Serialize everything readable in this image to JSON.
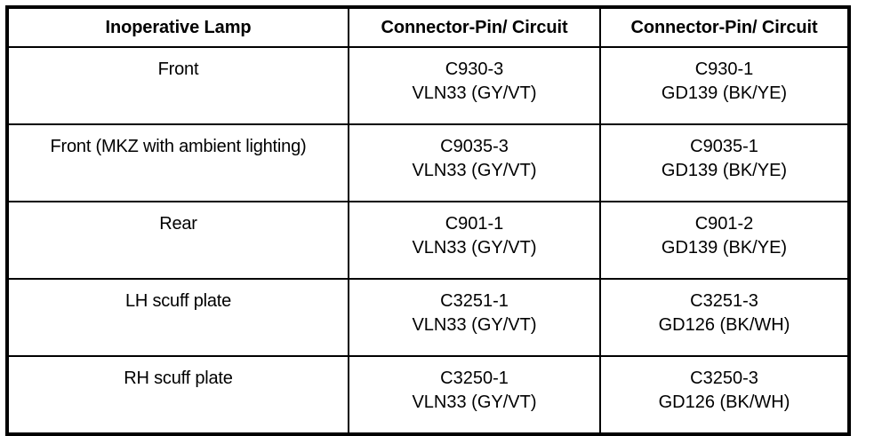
{
  "table": {
    "columns": [
      {
        "key": "lamp",
        "header": "Inoperative Lamp"
      },
      {
        "key": "feed",
        "header": "Connector-Pin/ Circuit"
      },
      {
        "key": "ground",
        "header": "Connector-Pin/ Circuit"
      }
    ],
    "rows": [
      {
        "lamp": "Front",
        "feed_connector": "C930-3",
        "feed_circuit": "VLN33 (GY/VT)",
        "ground_connector": "C930-1",
        "ground_circuit": "GD139 (BK/YE)"
      },
      {
        "lamp": "Front (MKZ with ambient lighting)",
        "feed_connector": "C9035-3",
        "feed_circuit": "VLN33 (GY/VT)",
        "ground_connector": "C9035-1",
        "ground_circuit": "GD139 (BK/YE)"
      },
      {
        "lamp": "Rear",
        "feed_connector": "C901-1",
        "feed_circuit": "VLN33 (GY/VT)",
        "ground_connector": "C901-2",
        "ground_circuit": "GD139 (BK/YE)"
      },
      {
        "lamp": "LH scuff plate",
        "feed_connector": "C3251-1",
        "feed_circuit": "VLN33 (GY/VT)",
        "ground_connector": "C3251-3",
        "ground_circuit": "GD126 (BK/WH)"
      },
      {
        "lamp": "RH scuff plate",
        "feed_connector": "C3250-1",
        "feed_circuit": "VLN33 (GY/VT)",
        "ground_connector": "C3250-3",
        "ground_circuit": "GD126 (BK/WH)"
      }
    ]
  },
  "colors": {
    "text": "#000000",
    "background": "#ffffff",
    "border": "#000000"
  }
}
